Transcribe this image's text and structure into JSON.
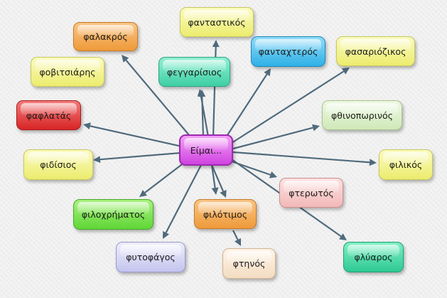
{
  "center": {
    "label": "Είμαι..."
  },
  "nodes": [
    {
      "id": "fantastikos",
      "label": "φανταστικός"
    },
    {
      "id": "falakros",
      "label": "φαλακρός"
    },
    {
      "id": "fantaxteros",
      "label": "φανταχτερός"
    },
    {
      "id": "fasariozikos",
      "label": "φασαριόζικος"
    },
    {
      "id": "fovitsiaris",
      "label": "φοβιτσιάρης"
    },
    {
      "id": "feggarisios",
      "label": "φεγγαρίσιος"
    },
    {
      "id": "fafflatas",
      "label": "φαφλατάς"
    },
    {
      "id": "fthinoporinos",
      "label": "φθινοπωρινός"
    },
    {
      "id": "fidisios",
      "label": "φιδίσιος"
    },
    {
      "id": "filikos",
      "label": "φιλικός"
    },
    {
      "id": "fterotos",
      "label": "φτερωτός"
    },
    {
      "id": "filoxrimatos",
      "label": "φιλοχρήματος"
    },
    {
      "id": "filotimos",
      "label": "φιλότιμος"
    },
    {
      "id": "fytofagos",
      "label": "φυτοφάγος"
    },
    {
      "id": "fthinos",
      "label": "φτηνός"
    },
    {
      "id": "fliaros",
      "label": "φλύαρος"
    }
  ],
  "colors": {
    "edge": "#4f6a7c",
    "center": "#d043e0"
  }
}
